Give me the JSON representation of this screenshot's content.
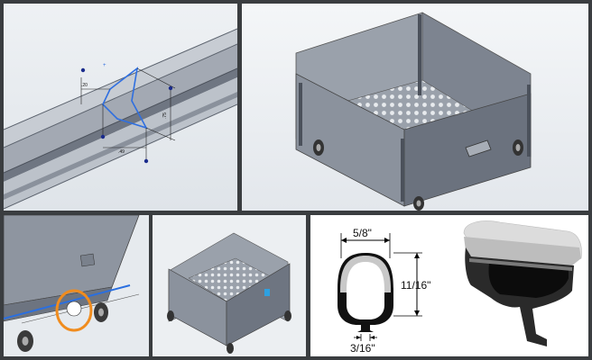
{
  "panels": [
    {
      "id": "sketch-on-rail",
      "kind": "cad-sketch"
    },
    {
      "id": "cart-bin-large",
      "kind": "cad-render"
    },
    {
      "id": "cart-bin-edge-detail",
      "kind": "cad-render"
    },
    {
      "id": "cart-bin-small",
      "kind": "cad-render"
    },
    {
      "id": "seal-profile",
      "kind": "drawing-and-photo"
    }
  ],
  "sketch": {
    "dim_left": ".20",
    "dim_right": ".75",
    "dim_bottom": ".49"
  },
  "seal": {
    "width_label": "5/8\"",
    "height_label": "11/16\"",
    "base_label": "3/16\""
  },
  "colors": {
    "cad_background": "#e7ebef",
    "sheet_metal": "#878e99",
    "sheet_metal_dark": "#5c636e",
    "sketch_line": "#2f6fe0",
    "highlight_circle": "#f08c1e",
    "seal_gray": "#c8c8c8",
    "seal_black": "#111111"
  }
}
